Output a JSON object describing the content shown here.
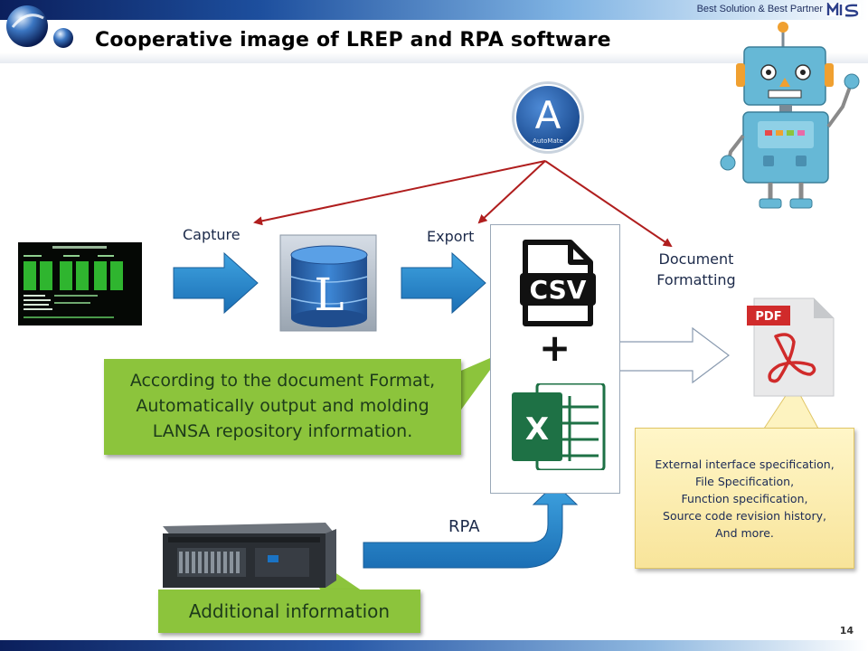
{
  "header": {
    "title": "Cooperative image of LREP and RPA software",
    "tagline": "Best Solution & Best Partner",
    "page_number": "14"
  },
  "labels": {
    "capture": "Capture",
    "export": "Export",
    "document_formatting": [
      "Document",
      "Formatting"
    ],
    "rpa": "RPA",
    "plus": "+"
  },
  "notes": {
    "lansa": [
      "According to the document Format,",
      "Automatically output and molding",
      "LANSA repository information."
    ],
    "additional": "Additional information",
    "outputs": [
      "External interface specification,",
      "File Specification,",
      "Function specification,",
      "Source code revision history,",
      "And more."
    ]
  },
  "icons": {
    "automate": {
      "letter": "A",
      "sub": "AutoMate"
    },
    "lansa_db": "L",
    "csv": "CSV",
    "excel": "X",
    "pdf": "PDF"
  },
  "colors": {
    "accent_blue": "#2d7fc4",
    "arrow_red": "#b01e1e",
    "green_note": "#8cc43c",
    "yellow_note": "#f8e49a"
  }
}
